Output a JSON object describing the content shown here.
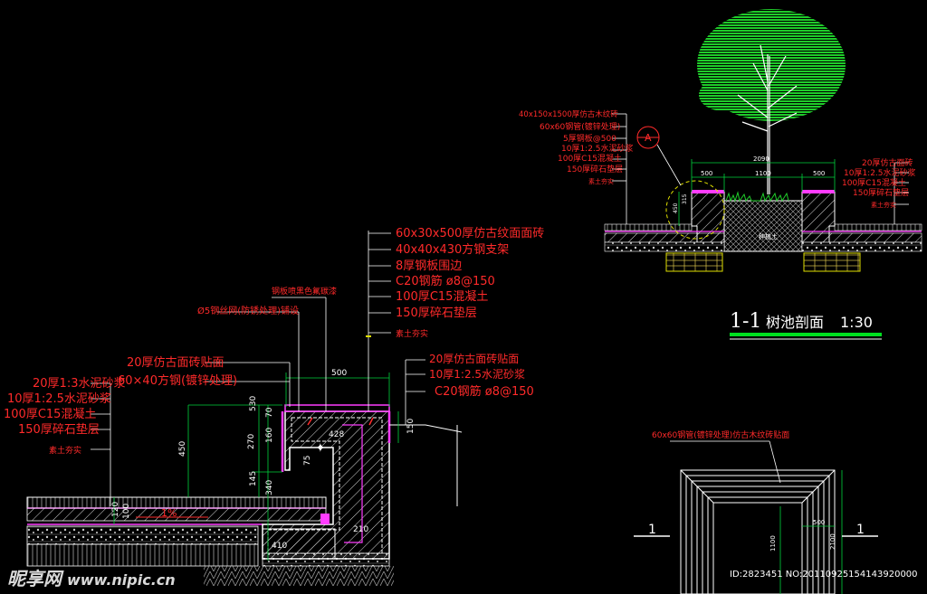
{
  "left_section": {
    "top_callouts": [
      "60x30x500厚仿古纹面面砖",
      "40x40x430方钢支架",
      "8厚钢板围边",
      "C20钢筋 ø8@150",
      "100厚C15混凝土",
      "150厚碎石垫层",
      "素土夯实"
    ],
    "left_callouts": [
      "20厚1:3水泥砂浆",
      "10厚1:2.5水泥砂浆",
      "100厚C15混凝土",
      "150厚碎石垫层",
      "素土夯实"
    ],
    "mid_callouts": [
      "20厚仿古面砖贴面",
      "60×40方钢(镀锌处理)"
    ],
    "upper_callouts": [
      "钢板喷黑色氟碳漆",
      "Ø5钢丝网(防锈处理)铺设"
    ],
    "right_callouts": [
      "20厚仿古面砖贴面",
      "10厚1:2.5水泥砂浆",
      "C20钢筋 ø8@150"
    ],
    "dimensions": [
      "500",
      "530",
      "70",
      "160",
      "270",
      "450",
      "145",
      "340",
      "120",
      "100",
      "428",
      "75",
      "410",
      "210",
      "150"
    ],
    "slope": "1%"
  },
  "section_1_1": {
    "callouts_left": [
      "40x150x1500厚仿古木纹砖",
      "60x60钢管(镀锌处理)",
      "5厚钢板@500",
      "10厚1:2.5水泥砂浆",
      "100厚C15混凝土",
      "150厚碎石垫层",
      "素土夯实"
    ],
    "callouts_right": [
      "20厚仿古面砖",
      "10厚1:2.5水泥砂浆",
      "100厚C15混凝土",
      "150厚碎石垫层",
      "素土夯实"
    ],
    "detail_marker": "A",
    "dimensions": [
      "2090",
      "500",
      "1100",
      "500",
      "450",
      "315"
    ],
    "soil_label": "种植土",
    "title": "1-1",
    "title_suffix": "树池剖面",
    "scale": "1:30"
  },
  "plan_view": {
    "callout": "60x60钢管(镀锌处理)仿古木纹砖贴面",
    "section_marks": [
      "1",
      "1"
    ],
    "dimensions": [
      "500",
      "1100",
      "2100"
    ]
  },
  "watermark": {
    "brand": "昵享网",
    "url": "www.nipic.cn",
    "id_text": "ID:2823451 NO:20110925154143920000"
  },
  "colors": {
    "background": "#000000",
    "text_red": "#ff2a2a",
    "linework": "#ffffff",
    "tree_green": "#1fcc2a",
    "finish_magenta": "#ff3cff",
    "dim_green": "#00d23c",
    "leader_yellow": "#e0e000",
    "title_bar_green": "#00e020"
  }
}
